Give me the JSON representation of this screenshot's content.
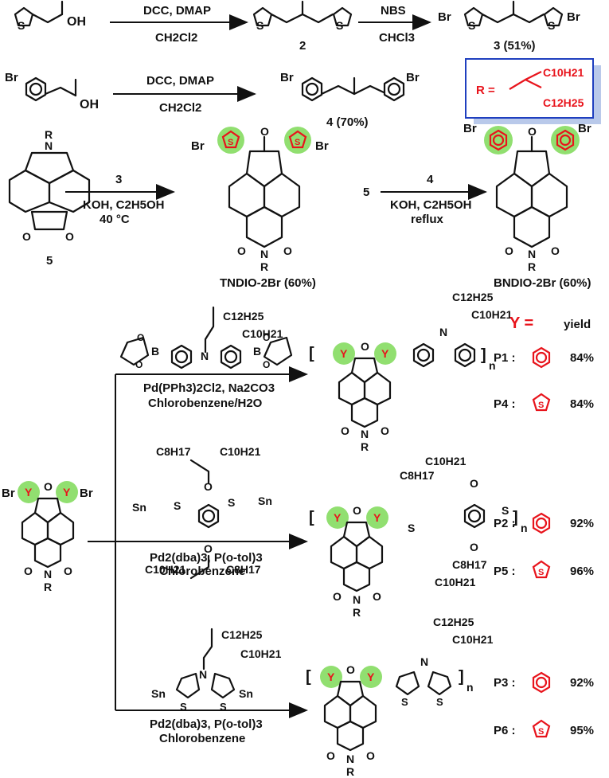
{
  "row1": {
    "reagent_top": "DCC, DMAP",
    "reagent_bottom": "CH2Cl2",
    "compound_2": "2",
    "nbs_top": "NBS",
    "nbs_bottom": "CHCl3",
    "compound_3": "3 (51%)",
    "reactant_oh": "OH",
    "br_left": "Br",
    "br_right": "Br"
  },
  "row2": {
    "reagent_top": "DCC, DMAP",
    "reagent_bottom": "CH2Cl2",
    "compound_4": "4 (70%)",
    "reactant_oh": "OH",
    "br_left": "Br",
    "br_right": "Br",
    "r_box": {
      "label": "R =",
      "c10": "C10H21",
      "c12": "C12H25"
    }
  },
  "row3": {
    "compound_5": "5",
    "r": "R",
    "step1_reagent": "3",
    "step1_cond1": "KOH, C2H5OH",
    "step1_cond2": "40 °C",
    "tndio": "TNDIO-2Br (60%)",
    "step2_reagent1": "4",
    "step2_reagent2": "5",
    "step2_cond1": "KOH, C2H5OH",
    "step2_cond2": "reflux",
    "bndio": "BNDIO-2Br (60%)",
    "s": "S",
    "br": "Br",
    "n": "N",
    "o": "O"
  },
  "polymers": {
    "y_header": "Y =",
    "yield_header": "yield",
    "left_monomer": {
      "br": "Br",
      "y": "Y",
      "r": "R"
    },
    "route1": {
      "c12": "C12H25",
      "c10": "C10H21",
      "cond1": "Pd(PPh3)2Cl2, Na2CO3",
      "cond2": "Chlorobenzene/H2O"
    },
    "route2": {
      "c8_top": "C8H17",
      "c10_top": "C10H21",
      "c10_bot": "C10H21",
      "c8_bot": "C8H17",
      "cond1": "Pd2(dba)3, P(o-tol)3",
      "cond2": "Chlorobenzene"
    },
    "route3": {
      "c12": "C12H25",
      "c10": "C10H21",
      "cond1": "Pd2(dba)3, P(o-tol)3",
      "cond2": "Chlorobenzene"
    },
    "entries": [
      {
        "name": "P1 :",
        "y": "benzene",
        "yield": "84%"
      },
      {
        "name": "P4 :",
        "y": "thiophene",
        "yield": "84%"
      },
      {
        "name": "P2 :",
        "y": "benzene",
        "yield": "92%"
      },
      {
        "name": "P5 :",
        "y": "thiophene",
        "yield": "96%"
      },
      {
        "name": "P3 :",
        "y": "benzene",
        "yield": "92%"
      },
      {
        "name": "P6 :",
        "y": "thiophene",
        "yield": "95%"
      }
    ],
    "n": "n"
  },
  "colors": {
    "accent_red": "#e8141c",
    "highlight_green": "#7ed957",
    "box_blue": "#1f3fbf",
    "box_shadow": "#b9c9ea"
  }
}
